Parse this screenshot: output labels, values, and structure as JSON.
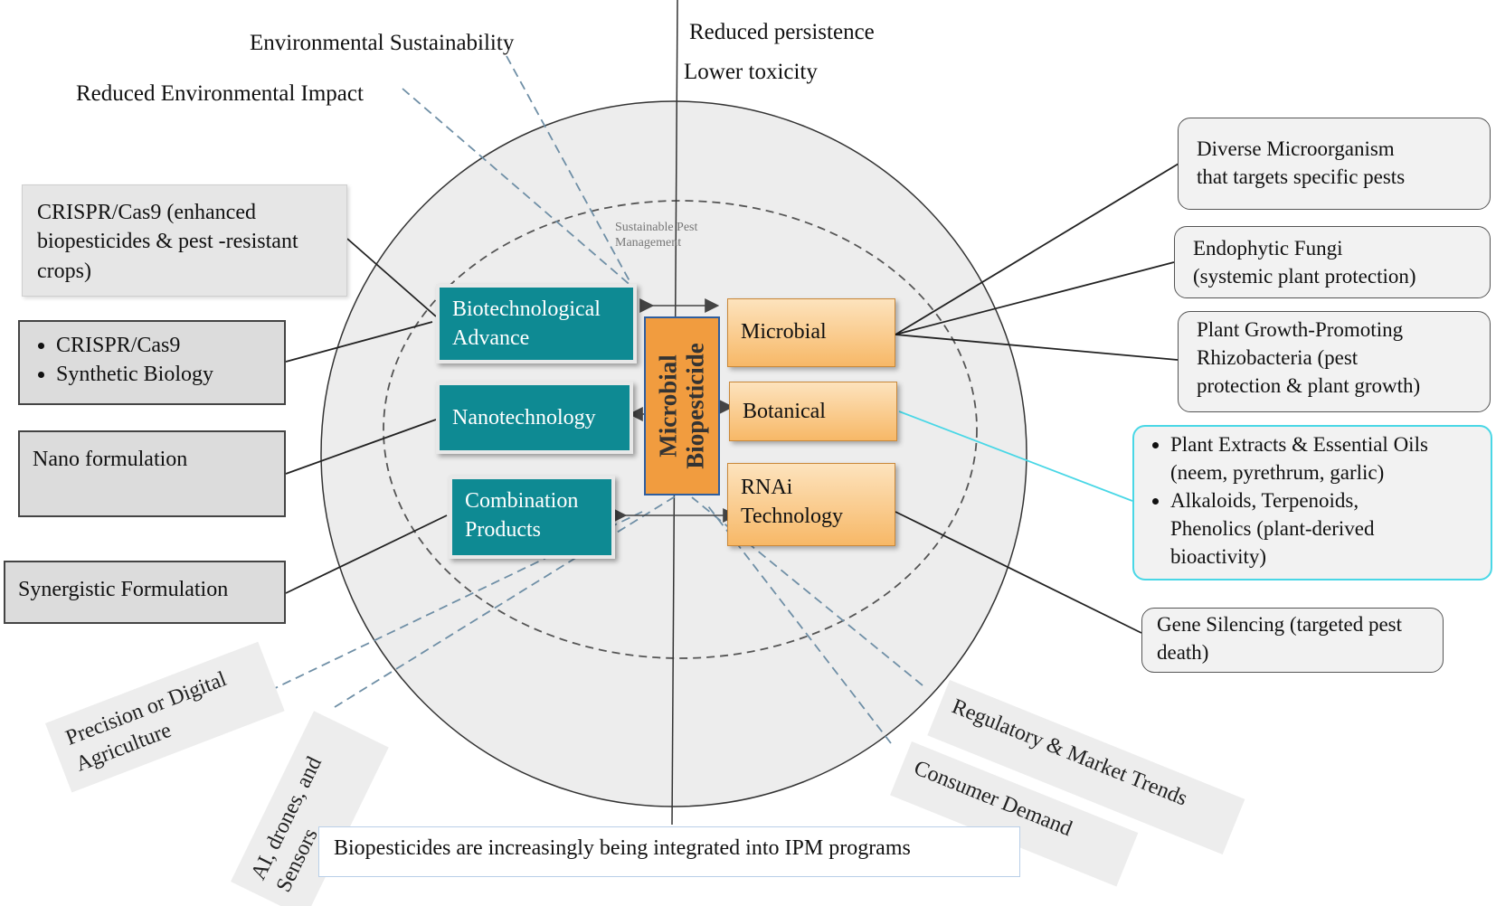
{
  "top_labels": {
    "environmental_sustainability": "Environmental Sustainability",
    "reduced_environmental_impact": "Reduced Environmental Impact",
    "reduced_persistence": "Reduced persistence",
    "lower_toxicity": "Lower toxicity"
  },
  "inner_caption": {
    "line1": "Sustainable Pest",
    "line2": "Management"
  },
  "center": {
    "line1": "Microbial",
    "line2": "Biopesticide"
  },
  "left_categories": {
    "biotech": {
      "line1": "Biotechnological",
      "line2": "Advance"
    },
    "nano": "Nanotechnology",
    "combination": {
      "line1": "Combination",
      "line2": "Products"
    }
  },
  "right_categories": {
    "microbial": "Microbial",
    "botanical": "Botanical",
    "rnai": {
      "line1": "RNAi",
      "line2": "Technology"
    }
  },
  "left_details": {
    "crispr_box": {
      "line1": "CRISPR/Cas9 (enhanced",
      "line2": "biopesticides & pest -resistant",
      "line3": "crops)"
    },
    "biotech_bullets": [
      "CRISPR/Cas9",
      "Synthetic Biology"
    ],
    "nano_formulation": "Nano formulation",
    "synergistic": "Synergistic Formulation"
  },
  "right_details": {
    "diverse": {
      "line1": "Diverse Microorganism",
      "line2": "that targets specific pests"
    },
    "endophytic": {
      "line1": "Endophytic Fungi",
      "line2": "(systemic plant protection)"
    },
    "pgpr": {
      "line1": "Plant Growth-Promoting",
      "line2": "Rhizobacteria (pest",
      "line3": "protection & plant growth)"
    },
    "botanical_bullets": {
      "item1": {
        "line1": "Plant Extracts & Essential Oils",
        "line2": "(neem, pyrethrum, garlic)"
      },
      "item2": {
        "line1": "Alkaloids, Terpenoids,",
        "line2": "Phenolics (plant-derived",
        "line3": "bioactivity)"
      }
    },
    "gene_silencing": {
      "line1": "Gene Silencing (targeted pest",
      "line2": "death)"
    }
  },
  "bottom_labels": {
    "precision": {
      "line1": "Precision or Digital",
      "line2": "Agriculture"
    },
    "ai": {
      "line1": "AI, drones, and",
      "line2": "Sensors"
    },
    "regulatory": "Regulatory & Market Trends",
    "consumer": "Consumer Demand",
    "footer": "Biopesticides are increasingly being integrated into IPM programs"
  },
  "colors": {
    "teal": "#0e8a93",
    "orange": "#f19c3f",
    "light_orange": "#fbc986",
    "circle_fill": "#ededed",
    "dashed_line": "#6f8fa6",
    "cyan_border": "#49d7e6"
  }
}
